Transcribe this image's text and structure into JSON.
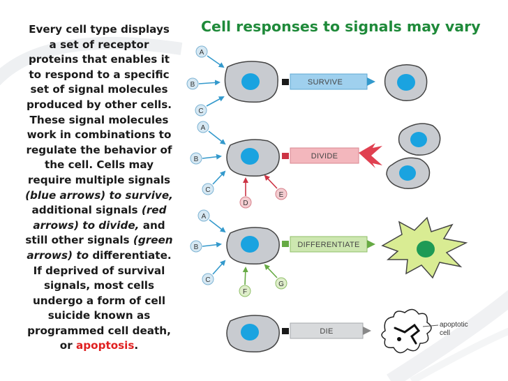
{
  "text": {
    "p1": "Every cell type displays a set of receptor proteins that enables it to respond to a specific set of signal molecules produced by other cells. These signal molecules work in combinations to regulate the behavior of the cell. Cells may require multiple signals",
    "p2": "(blue arrows) to survive,",
    "p3": "additional signals",
    "p4": "(red arrows) to divide,",
    "p5": "and still other signals",
    "p6": "(green arrows) to",
    "p7": "differentiate. If deprived of survival signals, most cells undergo a form of cell suicide known as programmed cell death, or",
    "p8": "apoptosis",
    "p9": "."
  },
  "title": "Cell responses to signals may vary",
  "diagram": {
    "signals": {
      "a": "A",
      "b": "B",
      "c": "C",
      "d": "D",
      "e": "E",
      "f": "F",
      "g": "G"
    },
    "responses": {
      "survive": "SURVIVE",
      "divide": "DIVIDE",
      "differentiate": "DIFFERENTIATE",
      "die": "DIE"
    },
    "apoptotic_label_1": "apoptotic",
    "apoptotic_label_2": "cell"
  },
  "colors": {
    "title": "#1f8a3a",
    "blue_signal": "#3399cc",
    "red_signal": "#cc3344",
    "green_signal": "#66aa44",
    "nucleus": "#1aa3e0",
    "cell_fill": "#c8cbd0",
    "survive_box": "#9fd0ee",
    "divide_box": "#f3b7bd",
    "differentiate_box": "#cde7b0",
    "die_box": "#d8dadc",
    "apoptosis_text": "#e02020"
  }
}
